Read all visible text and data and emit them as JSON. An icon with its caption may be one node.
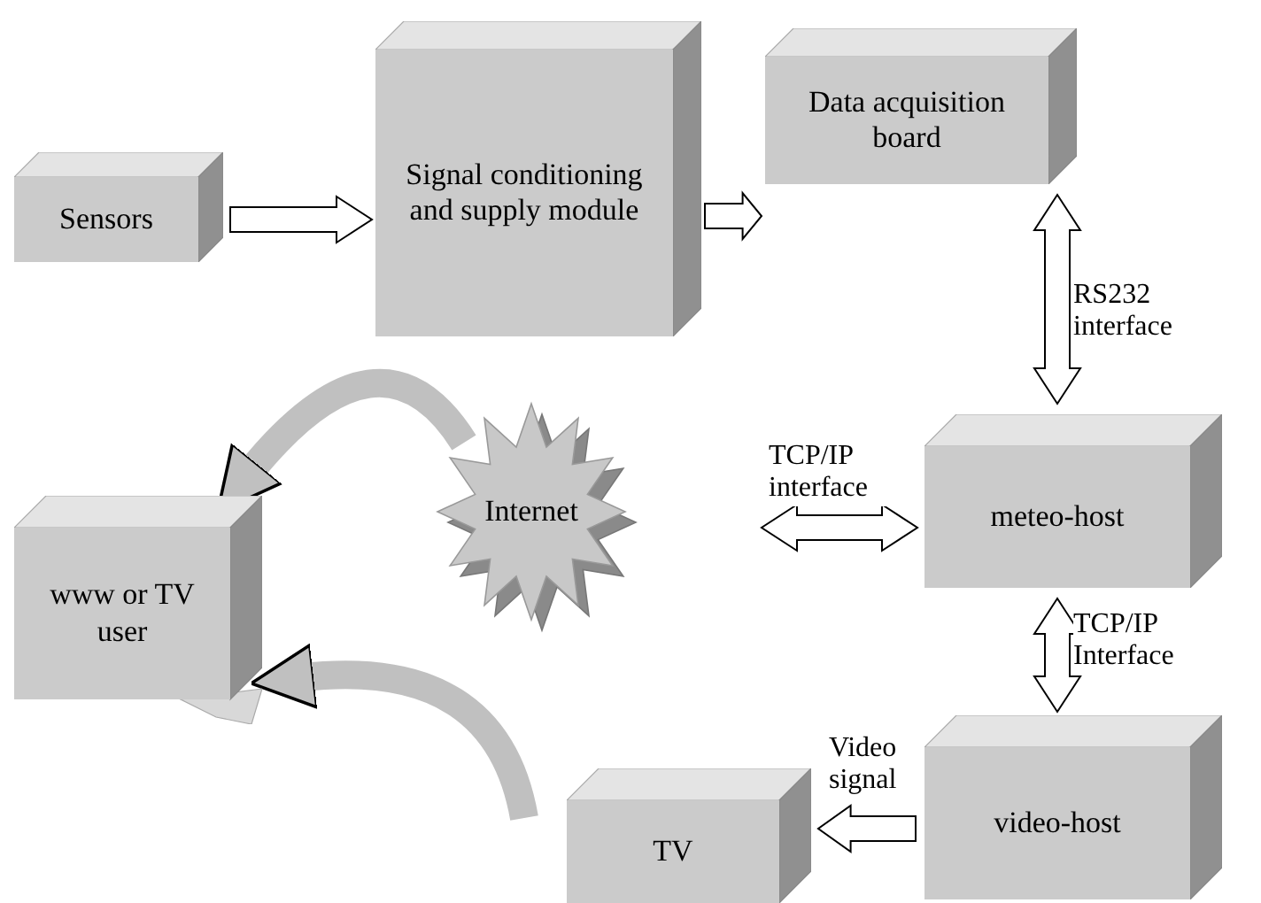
{
  "diagram": {
    "nodes": [
      {
        "text": [
          "Sensors"
        ]
      },
      {
        "text": [
          "Signal conditioning and supply module"
        ]
      },
      {
        "text": [
          "Data acquisition board"
        ]
      },
      {
        "text": [
          "Internet"
        ]
      },
      {
        "text": [
          "meteo-host"
        ]
      },
      {
        "text": [
          "www or TV user"
        ]
      },
      {
        "text": [
          "video-host"
        ]
      },
      {
        "text": [
          "TV"
        ]
      }
    ],
    "edges": [
      {
        "from": 0,
        "to": 1,
        "arrow": "to"
      },
      {
        "from": 1,
        "to": 2,
        "arrow": "to"
      },
      {
        "from": 2,
        "to": 4,
        "arrow": "both",
        "label": "RS232 interface"
      },
      {
        "from": 3,
        "to": 4,
        "arrow": "both",
        "label": "TCP/IP interface"
      },
      {
        "from": 4,
        "to": 6,
        "arrow": "both",
        "label": "TCP/IP Interface"
      },
      {
        "from": 6,
        "to": 7,
        "arrow": "to",
        "label": "Video signal"
      },
      {
        "from": 3,
        "to": 5,
        "arrow": "to",
        "color": "#c0c0c0"
      },
      {
        "from": 7,
        "to": 5,
        "arrow": "to",
        "color": "#c0c0c0"
      }
    ]
  }
}
